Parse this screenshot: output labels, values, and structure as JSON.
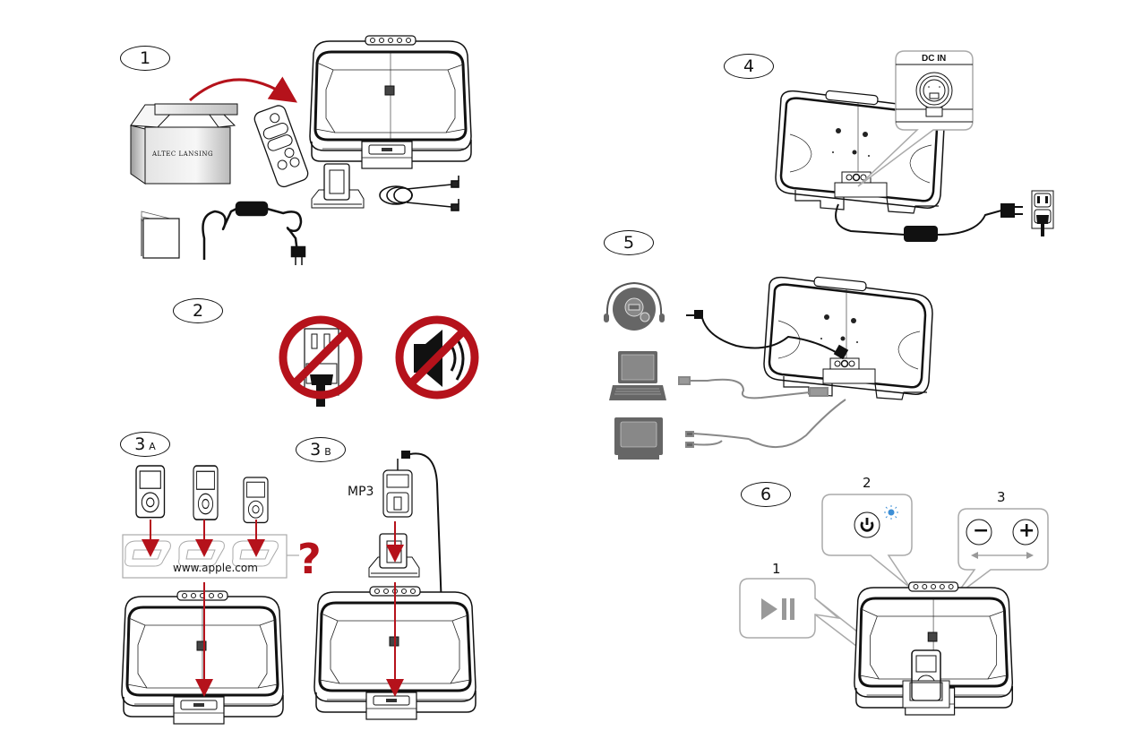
{
  "steps": {
    "s1": {
      "label": "1"
    },
    "s2": {
      "label": "2"
    },
    "s3a": {
      "label": "3",
      "sub": "A"
    },
    "s3b": {
      "label": "3",
      "sub": "B"
    },
    "s4": {
      "label": "4"
    },
    "s5": {
      "label": "5"
    },
    "s6": {
      "label": "6"
    }
  },
  "step1": {
    "box_brand": "ALTEC LANSING",
    "items": [
      "box",
      "speaker-dock",
      "remote-control",
      "ipod-adapter",
      "audio-cable",
      "power-adapter",
      "manual"
    ]
  },
  "step2": {
    "warnings": [
      "no-unplug-outlet",
      "no-sound-mute"
    ]
  },
  "step3a": {
    "adapter_url": "www.apple.com",
    "question_mark": "?"
  },
  "step3b": {
    "device_label": "MP3"
  },
  "step4": {
    "port_label": "DC IN"
  },
  "step5": {
    "sources": [
      "portable-cd-player",
      "laptop",
      "tv"
    ]
  },
  "step6": {
    "callouts": [
      {
        "num": "1",
        "control": "play-pause"
      },
      {
        "num": "2",
        "control": "power"
      },
      {
        "num": "3",
        "control": "volume"
      }
    ],
    "volume_minus": "−",
    "volume_plus": "+"
  },
  "colors": {
    "accent_red": "#b5121b",
    "power_led_blue": "#3d8fd6",
    "callout_gray": "#9a9a9a"
  }
}
